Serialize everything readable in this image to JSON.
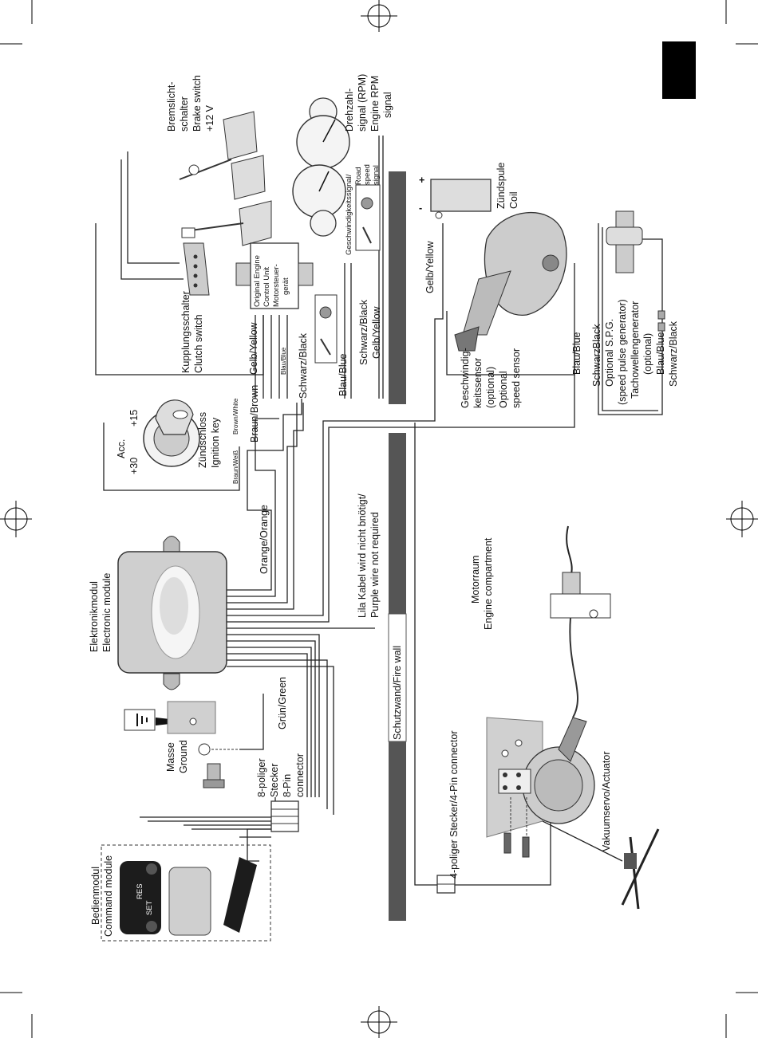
{
  "page": {
    "corner_tab_color": "#000000"
  },
  "labels": {
    "bremslicht_1": "Bremslicht-",
    "bremslicht_2": "schalter",
    "brake_switch": "Brake switch",
    "plus12v": "+12 V",
    "drehzahl_1": "Drehzahl-",
    "drehzahl_2": "signal (RPM)",
    "engine_rpm_1": "Engine RPM",
    "engine_rpm_2": "signal",
    "geschw_signal": "Geschwindigkeitssignal/",
    "road_1": "Road",
    "road_2": "speed",
    "road_3": "signal",
    "zuendspule": "Zündspule",
    "coil": "Coil",
    "ecu_1": "Original Engine",
    "ecu_2": "Control Unit",
    "ecu_3": "Motorsteuer-",
    "ecu_4": "gerät",
    "kupplung_1": "Kupplungsschalter",
    "kupplung_2": "Clutch switch",
    "gelb_yellow_1": "Gelb/Yellow",
    "blau_blue_small": "Blau/Blue",
    "schwarz_black_1": "Schwarz/Black",
    "blau_blue_1": "Blau/Blue",
    "schwarz_black_2": "Schwarz/Black",
    "gelb_yellow_2": "Gelb/Yellow",
    "gelb_yellow_3": "Gelb/Yellow",
    "geschw_sensor_1": "Geschwindig-",
    "geschw_sensor_2": "keitssensor",
    "geschw_sensor_3": "(optional)",
    "geschw_sensor_4": "Optional",
    "geschw_sensor_5": "speed sensor",
    "blau_blue_2": "Blau/Blue",
    "spg_1": "SchwarzBlack",
    "spg_2": "Optional S.P.G.",
    "spg_3": "(speed pulse generator)",
    "spg_4": "Tachowellengenerator",
    "spg_5": "(optional)",
    "spg_6": "Blau/Blue",
    "spg_7": "Schwarz/Black",
    "acc": "Acc.",
    "plus15": "+15",
    "plus30": "+30",
    "zuendschloss": "Zündschloss",
    "ignition_key": "Ignition key",
    "braun_weiss": "Braun/Weiß",
    "brown_white": "Brown/White",
    "braun_brown": "Braun/Brown",
    "orange": "Orange/Orange",
    "lila_1": "Lila Kabel wird nicht bnötigt/",
    "lila_2": "Purple wire not required",
    "motorraum": "Motorraum",
    "engine_compartment": "Engine compartment",
    "elektronik_1": "Elektronikmodul",
    "elektronik_2": "Electronic module",
    "gruen": "Grün/Green",
    "masse": "Masse",
    "ground": "Ground",
    "stecker_1": "8-poliger",
    "stecker_2": "Stecker",
    "stecker_3": "8-Pin",
    "stecker_4": "connector",
    "firewall": "Schutzwand/Fire wall",
    "four_pin": "4-poliger Stecker/4-Pin connector",
    "vakuum": "Vakuumservo/Actuator",
    "bedien_1": "Bedienmodul",
    "bedien_2": "Command module",
    "res": "RES",
    "set": "SET"
  }
}
